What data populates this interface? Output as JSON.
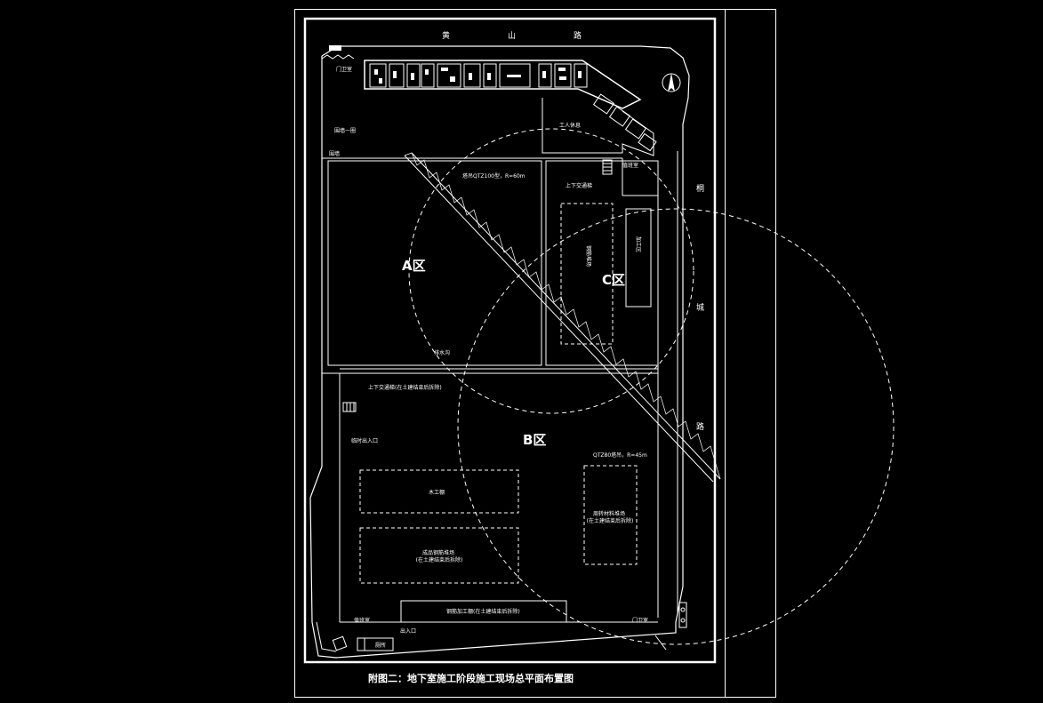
{
  "caption": "附图二：地下室施工阶段施工现场总平面布置图",
  "roads": {
    "north": [
      "黄",
      "山",
      "路"
    ],
    "east": [
      "桐",
      "城",
      "路"
    ]
  },
  "zones": {
    "a": "A区",
    "b": "B区",
    "c": "C区"
  },
  "labels": {
    "gate_nw": "门卫室",
    "wall_1": "围墙一圈",
    "wall_2": "围墙",
    "worker_rest": "工人休息",
    "crane_1": "塔吊QTZ100型，R=60m",
    "ramp_top": "上下交通梯",
    "duty_room": "值班室",
    "c_store_1": "钢筋堆场",
    "c_store_2": "加工区",
    "drain": "排水沟",
    "ramp_mid": "上下交通梯(在土建结束后拆除)",
    "exit_mid": "临时出入口",
    "crane_2": "QTZ80塔吊，R=45m",
    "wood_shop": "木工棚",
    "rebar_yard": "成品钢筋堆场\n(在土建结束后拆除)",
    "mat_yard": "周转材料堆场\n(在土建结束后拆除)",
    "rebar_shop": "钢筋加工棚(在土建结束后拆除)",
    "duty_room_2": "值班室",
    "gate_se": "门卫室",
    "toilet": "厕所",
    "exit_s": "出入口"
  }
}
